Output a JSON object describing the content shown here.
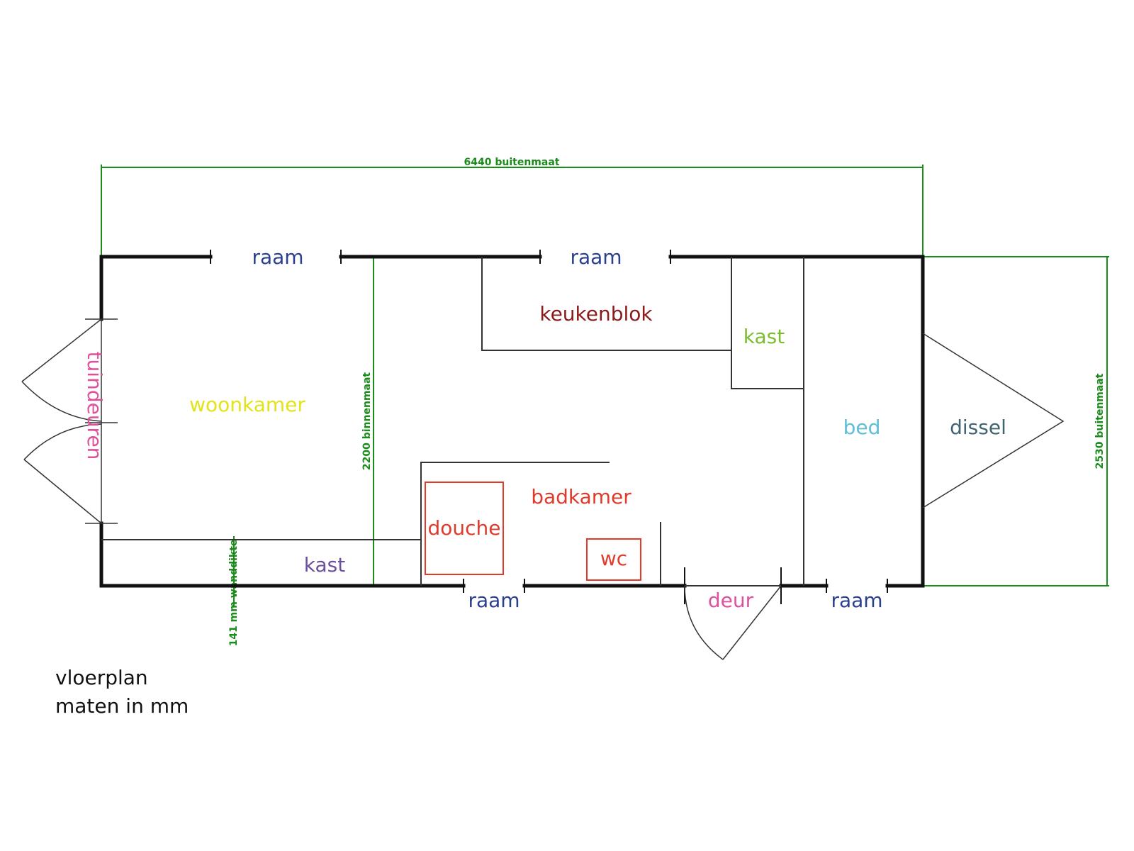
{
  "caption": {
    "line1": "vloerplan",
    "line2": "maten in mm"
  },
  "labels": {
    "raam": "raam",
    "keukenblok": "keukenblok",
    "kast": "kast",
    "woonkamer": "woonkamer",
    "tuindeuren": "tuindeuren",
    "bed": "bed",
    "dissel": "dissel",
    "badkamer": "badkamer",
    "douche": "douche",
    "wc": "wc",
    "deur": "deur"
  },
  "dimensions": {
    "outer_length": "6440 buitenmaat",
    "outer_width": "2530 buitenmaat",
    "inner_width": "2200 binnenmaat",
    "wall": "141 mm wanddikte"
  },
  "colors": {
    "wall": "#111111",
    "dimension": "#1a8c1a",
    "raam": "#2b3f8f",
    "keukenblok": "#8b1a1a",
    "kast_kitchen": "#7cbd2e",
    "woonkamer": "#e3e31c",
    "tuindeuren": "#e0509a",
    "bed": "#5fbfd6",
    "dissel": "#3f6470",
    "badkamer": "#e03a2a",
    "kast_living": "#6a4fa0",
    "deur": "#e050a0"
  }
}
